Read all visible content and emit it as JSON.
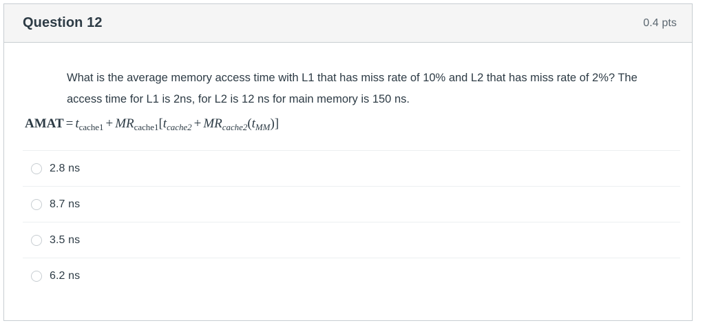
{
  "question": {
    "title": "Question 12",
    "points": "0.4 pts",
    "text": "What is the average memory access time with L1 that has miss rate of 10% and L2 that has miss rate of 2%? The access time for L1 is 2ns, for L2 is 12 ns for main memory is 150 ns.",
    "formula": {
      "plain": "AMAT = t_cache1 + MR_cache1[t_cache2 + MR_cache2(t_MM)]",
      "lhs": "AMAT",
      "equals": "=",
      "term1_base": "t",
      "term1_sub": "cache1",
      "plus1": "+",
      "term2_base": "MR",
      "term2_sub": "cache1",
      "bracket_open": "[",
      "term3_base": "t",
      "term3_sub": "cache2",
      "plus2": "+",
      "term4_base": "MR",
      "term4_sub": "cache2",
      "paren_open": "(",
      "term5_base": "t",
      "term5_sub": "MM",
      "paren_close": ")",
      "bracket_close": "]"
    },
    "answers": [
      {
        "label": "2.8 ns",
        "selected": false
      },
      {
        "label": "8.7 ns",
        "selected": false
      },
      {
        "label": "3.5 ns",
        "selected": false
      },
      {
        "label": "6.2 ns",
        "selected": false
      }
    ]
  },
  "colors": {
    "header_background": "#f5f5f5",
    "card_border": "#c7cdd1",
    "text": "#2d3b45",
    "muted_text": "#5b6770",
    "divider": "#eceff1"
  }
}
